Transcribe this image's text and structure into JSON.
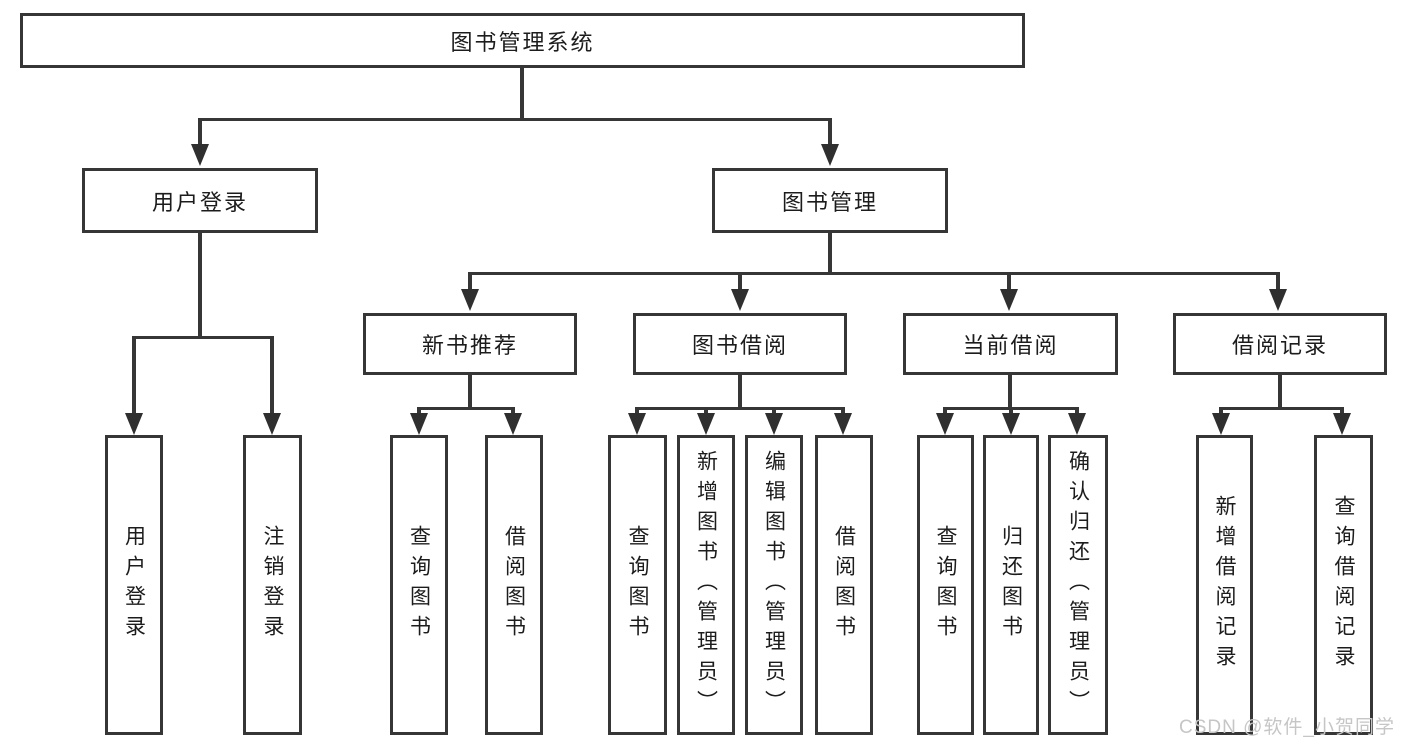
{
  "tree": {
    "root": {
      "label": "图书管理系统",
      "children": [
        {
          "label": "用户登录",
          "children": [
            {
              "label": "用户登录"
            },
            {
              "label": "注销登录"
            }
          ]
        },
        {
          "label": "图书管理",
          "children": [
            {
              "label": "新书推荐",
              "children": [
                {
                  "label": "查询图书"
                },
                {
                  "label": "借阅图书"
                }
              ]
            },
            {
              "label": "图书借阅",
              "children": [
                {
                  "label": "查询图书"
                },
                {
                  "label": "新增图书（管理员）"
                },
                {
                  "label": "编辑图书（管理员）"
                },
                {
                  "label": "借阅图书"
                }
              ]
            },
            {
              "label": "当前借阅",
              "children": [
                {
                  "label": "查询图书"
                },
                {
                  "label": "归还图书"
                },
                {
                  "label": "确认归还（管理员）"
                }
              ]
            },
            {
              "label": "借阅记录",
              "children": [
                {
                  "label": "新增借阅记录"
                },
                {
                  "label": "查询借阅记录"
                }
              ]
            }
          ]
        }
      ]
    }
  },
  "watermark": {
    "text": "CSDN @软件_小贺同学"
  },
  "colors": {
    "line": "#363636",
    "text": "#1c1c1c",
    "watermark": "#c6c6c6"
  }
}
